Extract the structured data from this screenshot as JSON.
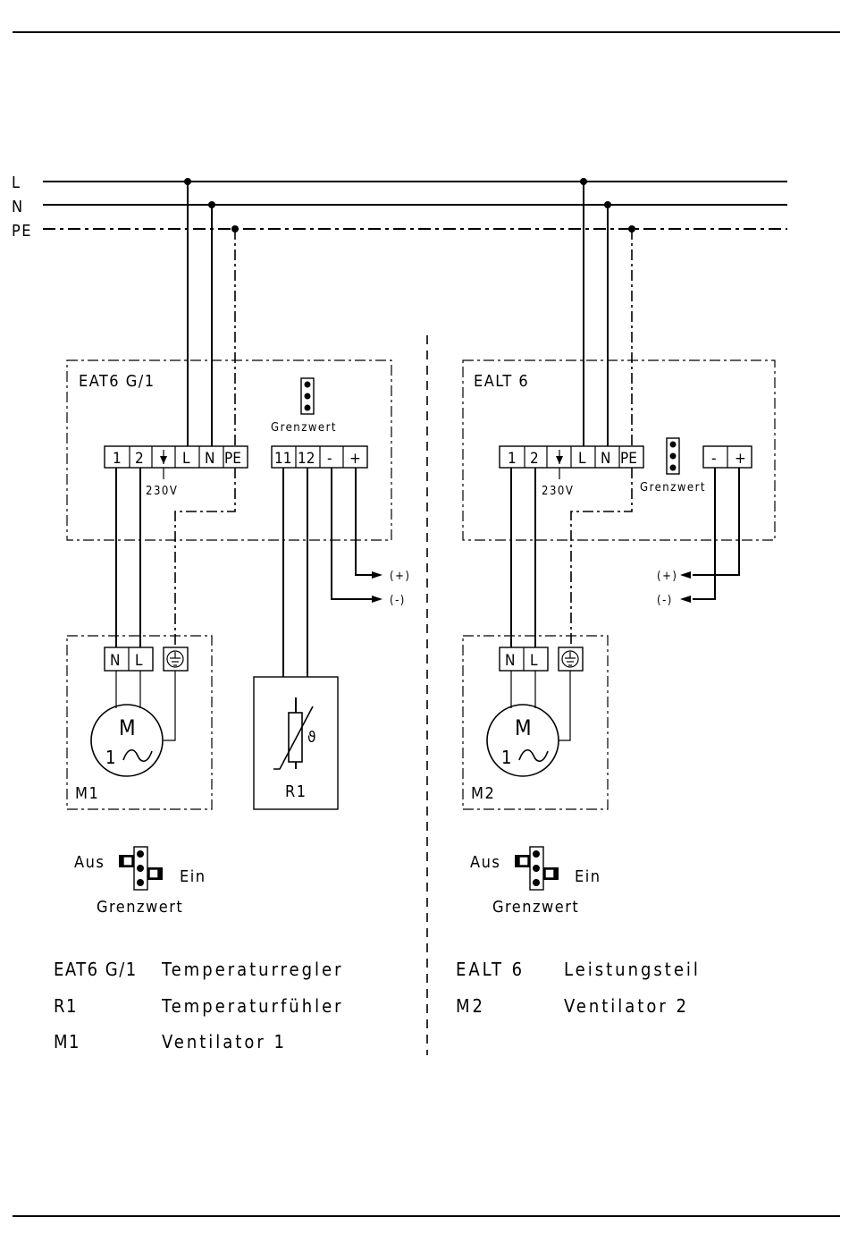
{
  "bus": {
    "l": "L",
    "n": "N",
    "pe": "PE"
  },
  "left_unit": {
    "title": "EAT6 G/1",
    "terminals": [
      "1",
      "2",
      "L",
      "N",
      "PE"
    ],
    "sensor_terminals": [
      "11",
      "12",
      "-",
      "+"
    ],
    "voltage": "230V",
    "jumper_label": "Grenzwert",
    "out_plus": "(+)",
    "out_minus": "(-)"
  },
  "right_unit": {
    "title": "EALT 6",
    "terminals": [
      "1",
      "2",
      "L",
      "N",
      "PE"
    ],
    "aux_terminals": [
      "-",
      "+"
    ],
    "voltage": "230V",
    "jumper_label": "Grenzwert",
    "out_plus": "(+)",
    "out_minus": "(-)"
  },
  "motor_left": {
    "terminals": [
      "N",
      "L"
    ],
    "symbol": "M",
    "phase": "1",
    "name": "M1"
  },
  "motor_right": {
    "terminals": [
      "N",
      "L"
    ],
    "symbol": "M",
    "phase": "1",
    "name": "M2"
  },
  "sensor": {
    "name": "R1",
    "theta": "ϑ"
  },
  "switch_left": {
    "off": "Aus",
    "on": "Ein",
    "caption": "Grenzwert"
  },
  "switch_right": {
    "off": "Aus",
    "on": "Ein",
    "caption": "Grenzwert"
  },
  "legend_left": [
    {
      "code": "EAT6 G/1",
      "desc": "Temperaturregler"
    },
    {
      "code": "R1",
      "desc": "Temperaturfühler"
    },
    {
      "code": "M1",
      "desc": "Ventilator 1"
    }
  ],
  "legend_right": [
    {
      "code": "EALT 6",
      "desc": "Leistungsteil"
    },
    {
      "code": "M2",
      "desc": "Ventilator 2"
    }
  ]
}
